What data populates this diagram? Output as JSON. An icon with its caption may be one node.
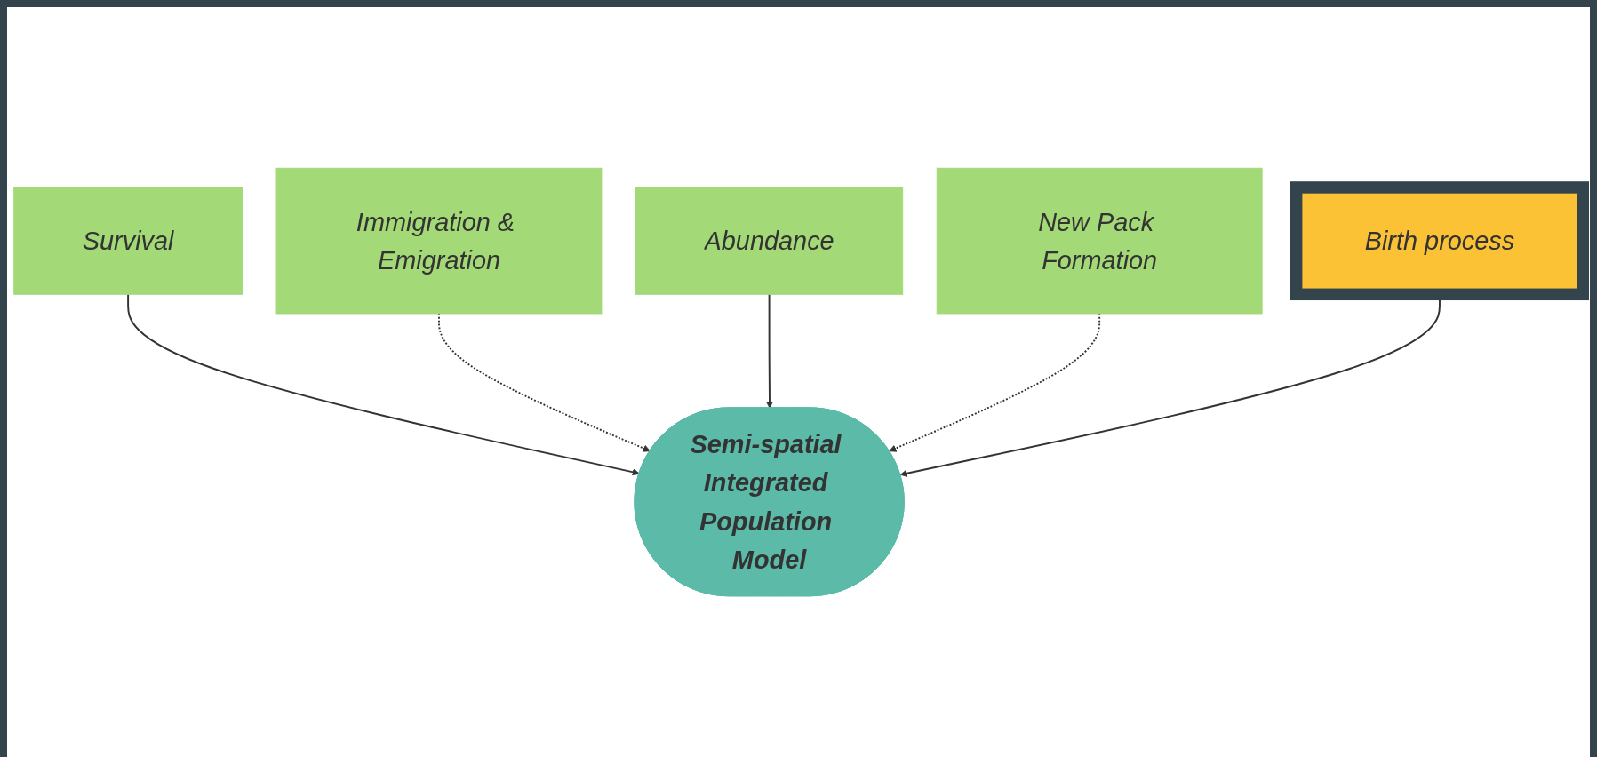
{
  "diagram": {
    "nodes": [
      {
        "text": [
          "Survival"
        ]
      },
      {
        "text": [
          "Abundance"
        ]
      },
      {
        "text": [
          "Birth process"
        ]
      },
      {
        "text": [
          "Immigration & Emigration"
        ]
      },
      {
        "text": [
          "New Pack Formation"
        ]
      },
      {
        "text": [
          "Semi-spatial Integrated Population Model"
        ]
      }
    ],
    "edges": [
      {
        "from": 0,
        "to": 5,
        "arrow": "to"
      },
      {
        "from": 3,
        "to": 5,
        "arrow": "to",
        "style": "dashed"
      },
      {
        "from": 1,
        "to": 5,
        "arrow": "to"
      },
      {
        "from": 4,
        "to": 5,
        "arrow": "to",
        "style": "dashed"
      },
      {
        "from": 2,
        "to": 5,
        "arrow": "to"
      }
    ]
  }
}
